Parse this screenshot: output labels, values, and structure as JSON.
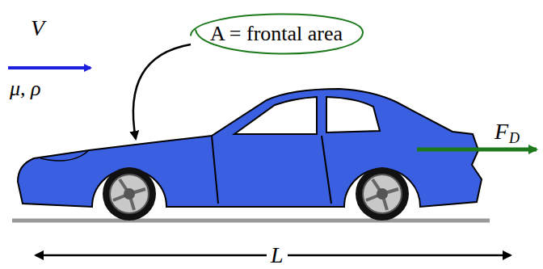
{
  "diagram": {
    "nodes": [
      {
        "text": [
          "A = frontal area"
        ]
      }
    ],
    "labels": [
      "V",
      "μ, ρ",
      "F",
      "D",
      "L"
    ]
  }
}
